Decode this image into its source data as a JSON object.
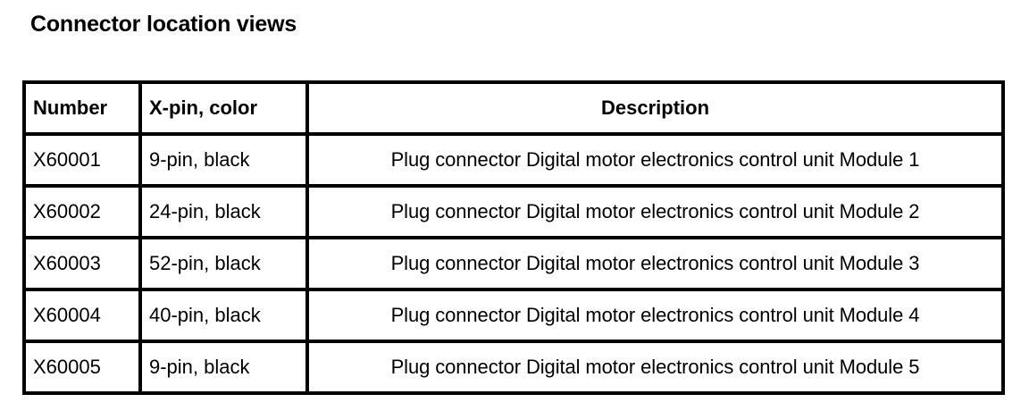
{
  "document": {
    "title": "Connector location views"
  },
  "table": {
    "columns": [
      {
        "key": "number",
        "label": "Number"
      },
      {
        "key": "xpin",
        "label": "X-pin, color"
      },
      {
        "key": "description",
        "label": "Description"
      }
    ],
    "rows": [
      {
        "number": "X60001",
        "xpin": "9-pin, black",
        "description": "Plug connector Digital motor electronics control unit Module 1"
      },
      {
        "number": "X60002",
        "xpin": "24-pin, black",
        "description": "Plug connector Digital motor electronics control unit Module 2"
      },
      {
        "number": "X60003",
        "xpin": "52-pin, black",
        "description": "Plug connector Digital motor electronics control unit Module 3"
      },
      {
        "number": "X60004",
        "xpin": "40-pin, black",
        "description": "Plug connector Digital motor electronics control unit Module 4"
      },
      {
        "number": "X60005",
        "xpin": "9-pin, black",
        "description": "Plug connector Digital motor electronics control unit Module 5"
      }
    ]
  },
  "colors": {
    "text": "#000000",
    "background": "#ffffff",
    "border": "#000000"
  }
}
